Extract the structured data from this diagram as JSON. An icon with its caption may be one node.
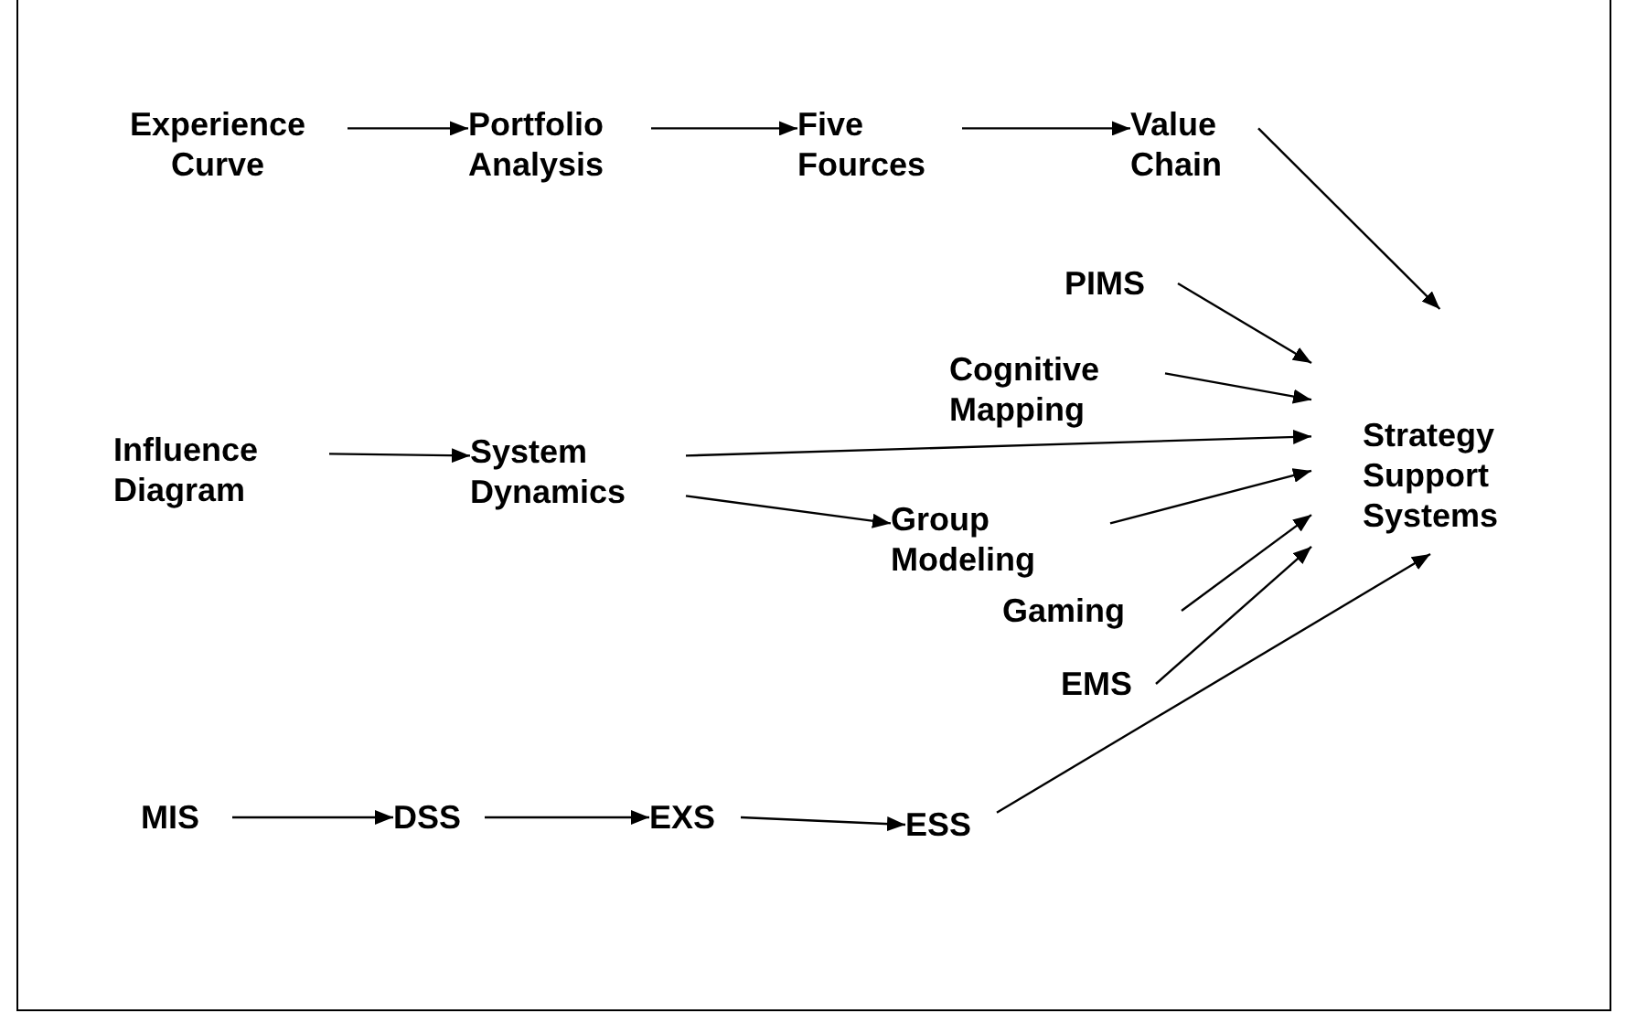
{
  "diagram": {
    "nodes": [
      {
        "text": [
          "Experience Curve"
        ]
      },
      {
        "text": [
          "Portfolio Analysis"
        ]
      },
      {
        "text": [
          "Five Fources"
        ]
      },
      {
        "text": [
          "Value Chain"
        ]
      },
      {
        "text": [
          "PIMS"
        ]
      },
      {
        "text": [
          "Cognitive Mapping"
        ]
      },
      {
        "text": [
          "Influence Diagram"
        ]
      },
      {
        "text": [
          "System Dynamics"
        ]
      },
      {
        "text": [
          "Strategy Support Systems"
        ]
      },
      {
        "text": [
          "Group Modeling"
        ]
      },
      {
        "text": [
          "Gaming"
        ]
      },
      {
        "text": [
          "EMS"
        ]
      },
      {
        "text": [
          "MIS"
        ]
      },
      {
        "text": [
          "DSS"
        ]
      },
      {
        "text": [
          "EXS"
        ]
      },
      {
        "text": [
          "ESS"
        ]
      }
    ],
    "edges": [
      {
        "from": 0,
        "to": 1,
        "arrow": "to"
      },
      {
        "from": 1,
        "to": 2,
        "arrow": "to"
      },
      {
        "from": 2,
        "to": 3,
        "arrow": "to"
      },
      {
        "from": 3,
        "to": 8,
        "arrow": "to"
      },
      {
        "from": 4,
        "to": 8,
        "arrow": "to"
      },
      {
        "from": 5,
        "to": 8,
        "arrow": "to"
      },
      {
        "from": 6,
        "to": 7,
        "arrow": "to"
      },
      {
        "from": 7,
        "to": 8,
        "arrow": "to"
      },
      {
        "from": 7,
        "to": 9,
        "arrow": "to"
      },
      {
        "from": 9,
        "to": 8,
        "arrow": "to"
      },
      {
        "from": 10,
        "to": 8,
        "arrow": "to"
      },
      {
        "from": 11,
        "to": 8,
        "arrow": "to"
      },
      {
        "from": 12,
        "to": 13,
        "arrow": "to"
      },
      {
        "from": 13,
        "to": 14,
        "arrow": "to"
      },
      {
        "from": 14,
        "to": 15,
        "arrow": "to"
      },
      {
        "from": 15,
        "to": 8,
        "arrow": "to"
      }
    ]
  }
}
